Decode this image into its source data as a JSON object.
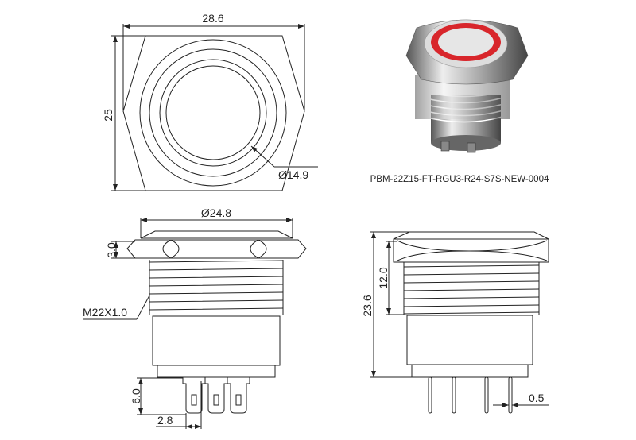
{
  "drawing": {
    "top_view": {
      "width_dim": "28.6",
      "height_dim": "25",
      "ring_dim": "Ø14.9"
    },
    "front_view": {
      "diameter_dim": "Ø24.8",
      "cap_dim": "3.0",
      "thread_label": "M22X1.0",
      "pin_length_dim": "6.0",
      "pin_pitch_dim": "2.8"
    },
    "side_view": {
      "total_dim": "23.6",
      "thread_dim": "12.0",
      "pin_width_dim": "0.5"
    },
    "product": {
      "model": "PBM-22Z15-FT-RGU3-R24-S7S-NEW-0004",
      "ring_color": "#d8262b"
    }
  }
}
